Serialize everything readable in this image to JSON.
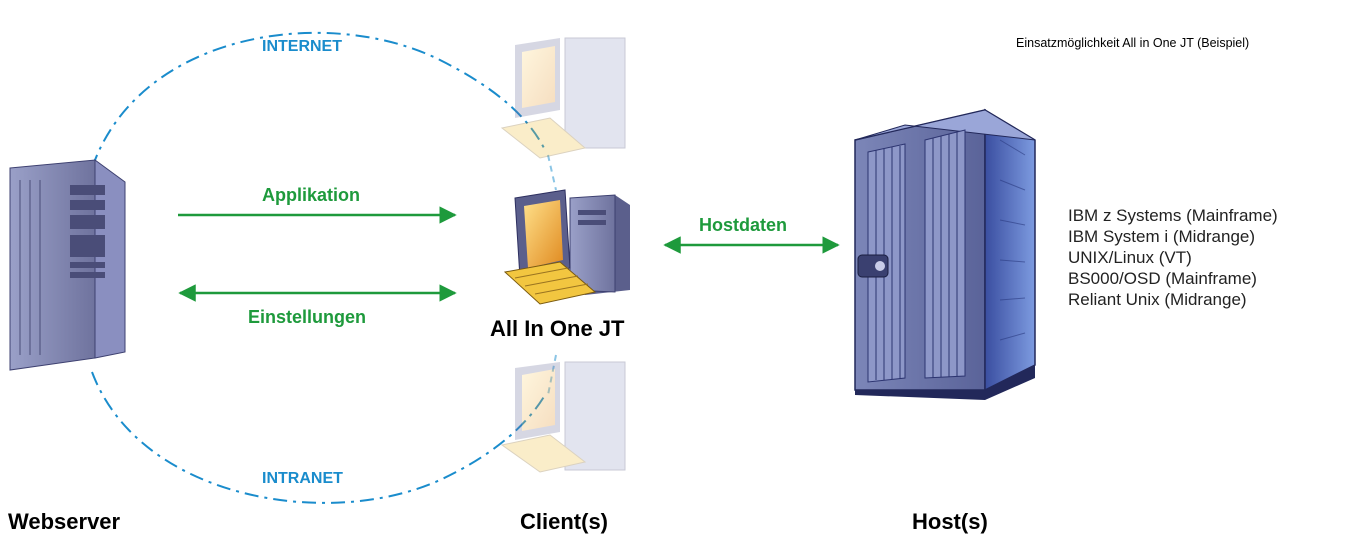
{
  "caption": "Einsatzmöglichkeit All in One JT (Beispiel)",
  "networks": {
    "internet": "INTERNET",
    "intranet": "INTRANET"
  },
  "flows": {
    "applikation": "Applikation",
    "einstellungen": "Einstellungen",
    "hostdaten": "Hostdaten"
  },
  "client_name": "All In One JT",
  "nodes": {
    "webserver": "Webserver",
    "clients": "Client(s)",
    "hosts": "Host(s)"
  },
  "host_systems": [
    "IBM z Systems (Mainframe)",
    "IBM System i (Midrange)",
    "UNIX/Linux (VT)",
    "BS000/OSD (Mainframe)",
    "Reliant Unix (Midrange)"
  ],
  "colors": {
    "network": "#1a8ccc",
    "flow": "#1e9a3c",
    "server": "#6b6f9e",
    "screen": "#f0a030"
  },
  "icons": [
    "tower-server-icon",
    "desktop-computer-icon",
    "mainframe-icon"
  ]
}
